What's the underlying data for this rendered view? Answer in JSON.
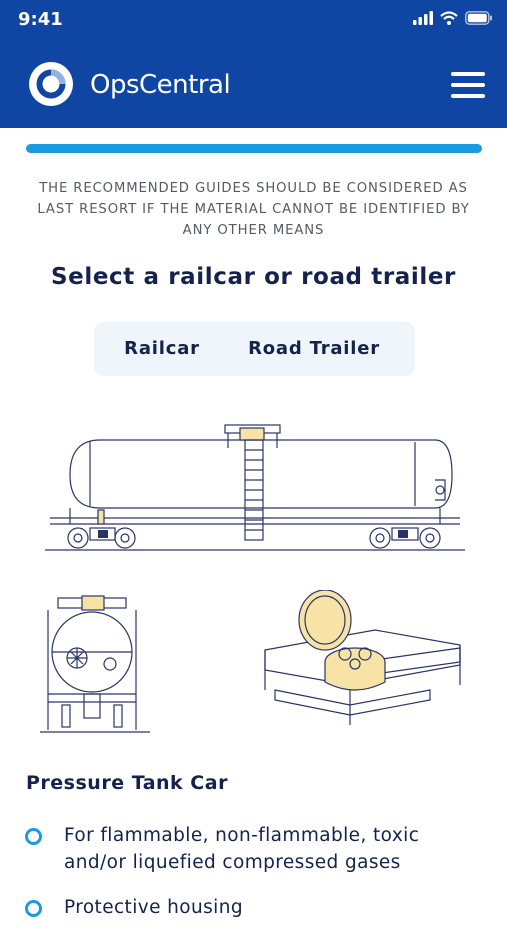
{
  "status_bar": {
    "time": "9:41"
  },
  "header": {
    "app_name": "OpsCentral"
  },
  "progress": {
    "fraction": 1.0
  },
  "disclaimer": "THE RECOMMENDED GUIDES SHOULD BE CONSIDERED AS LAST RESORT IF THE MATERIAL CANNOT BE IDENTIFIED BY ANY OTHER MEANS",
  "section_title": "Select a railcar or road trailer",
  "segmented": {
    "railcar_label": "Railcar",
    "road_trailer_label": "Road Trailer"
  },
  "car": {
    "type_title": "Pressure Tank Car",
    "bullets": [
      "For flammable, non-flammable, toxic and/or liquefied compressed gases",
      "Protective housing"
    ]
  },
  "colors": {
    "brand_blue": "#0f45a3",
    "accent_blue": "#1a9be0",
    "navy_text": "#14224d",
    "valve_yellow": "#f6e3a5"
  },
  "icons": [
    "signal-icon",
    "wifi-icon",
    "battery-icon",
    "logo-icon",
    "menu-icon"
  ]
}
